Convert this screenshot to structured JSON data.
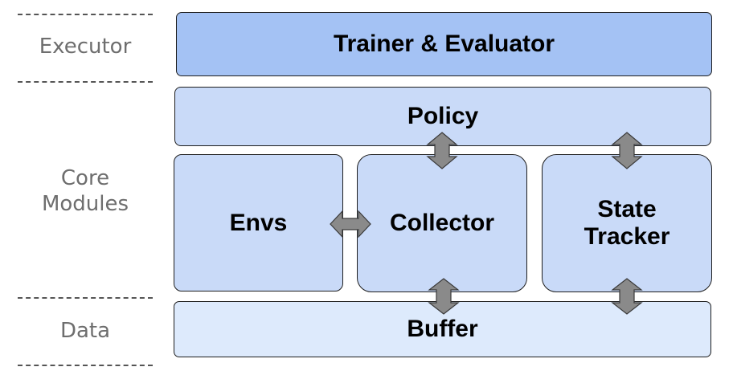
{
  "layers": {
    "executor": "Executor",
    "core_line1": "Core",
    "core_line2": "Modules",
    "data": "Data"
  },
  "boxes": {
    "trainer": "Trainer & Evaluator",
    "policy": "Policy",
    "envs": "Envs",
    "collector": "Collector",
    "state_line1": "State",
    "state_line2": "Tracker",
    "buffer": "Buffer"
  },
  "colors": {
    "executor_fill": "#a4c2f4",
    "core_fill": "#c9daf8",
    "data_fill": "#ddeafc",
    "arrow_fill": "#8a8a8a"
  }
}
